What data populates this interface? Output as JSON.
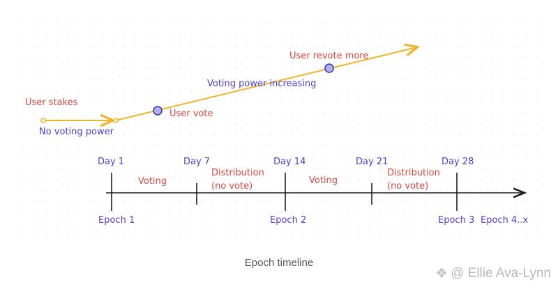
{
  "diagram": {
    "staking_labels": {
      "user_stakes": "User stakes",
      "no_voting_power": "No voting power",
      "user_vote": "User vote",
      "voting_power_increasing": "Voting power increasing",
      "user_revote_more": "User revote more"
    },
    "timeline": {
      "days": [
        "Day 1",
        "Day 7",
        "Day 14",
        "Day 21",
        "Day 28"
      ],
      "phases": {
        "voting_1": "Voting",
        "distribution_1": "Distribution",
        "no_vote_1": "(no vote)",
        "voting_2": "Voting",
        "distribution_2": "Distribution",
        "no_vote_2": "(no vote)"
      },
      "epochs": [
        "Epoch 1",
        "Epoch 2",
        "Epoch 3",
        "Epoch 4..x"
      ]
    },
    "colors": {
      "accent_line": "#f0b429",
      "red_text": "#d9473e",
      "blue_text": "#4a3fd1",
      "marker_fill": "#aeb0f2",
      "axis": "#1e1e1e"
    }
  },
  "caption": "Epoch timeline",
  "watermark": {
    "icon": "platform-logo-icon",
    "text": "@ Ellie Ava-Lynn"
  }
}
